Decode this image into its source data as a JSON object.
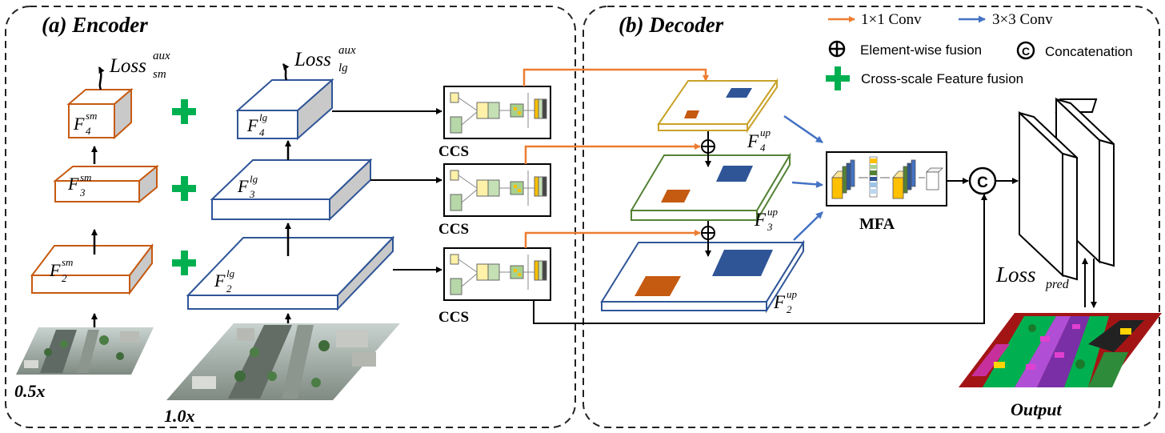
{
  "encoder": {
    "title": "(a) Encoder",
    "scale_small": "0.5x",
    "scale_large": "1.0x",
    "loss_sm": {
      "base": "Loss",
      "sup": "aux",
      "sub": "sm"
    },
    "loss_lg": {
      "base": "Loss",
      "sup": "aux",
      "sub": "lg"
    },
    "features_sm": [
      {
        "base": "F",
        "sup": "sm",
        "sub": "4"
      },
      {
        "base": "F",
        "sup": "sm",
        "sub": "3"
      },
      {
        "base": "F",
        "sup": "sm",
        "sub": "2"
      }
    ],
    "features_lg": [
      {
        "base": "F",
        "sup": "lg",
        "sub": "4"
      },
      {
        "base": "F",
        "sup": "lg",
        "sub": "3"
      },
      {
        "base": "F",
        "sup": "lg",
        "sub": "2"
      }
    ]
  },
  "ccs": {
    "label": "CCS"
  },
  "decoder": {
    "title": "(b) Decoder",
    "features_up": [
      {
        "base": "F",
        "sup": "up",
        "sub": "4"
      },
      {
        "base": "F",
        "sup": "up",
        "sub": "3"
      },
      {
        "base": "F",
        "sup": "up",
        "sub": "2"
      }
    ],
    "mfa_label": "MFA",
    "concat_symbol": "C",
    "loss_pred": {
      "base": "Loss",
      "sub": "pred"
    },
    "output_label": "Output"
  },
  "legend": {
    "conv1": "1×1 Conv",
    "conv3": "3×3 Conv",
    "fusion": "Element-wise fusion",
    "concat": "Concatenation",
    "cross": "Cross-scale Feature fusion"
  },
  "colors": {
    "orange_arrow": "#ed7d31",
    "blue_arrow": "#4472c4",
    "sm_border": "#c55a11",
    "lg_border": "#2f5597",
    "up4_border": "#c9a227",
    "up3_border": "#548235",
    "up2_border": "#2f5597",
    "green_plus": "#00b050",
    "patch_orange": "#c55a11",
    "patch_blue": "#2f5597"
  }
}
